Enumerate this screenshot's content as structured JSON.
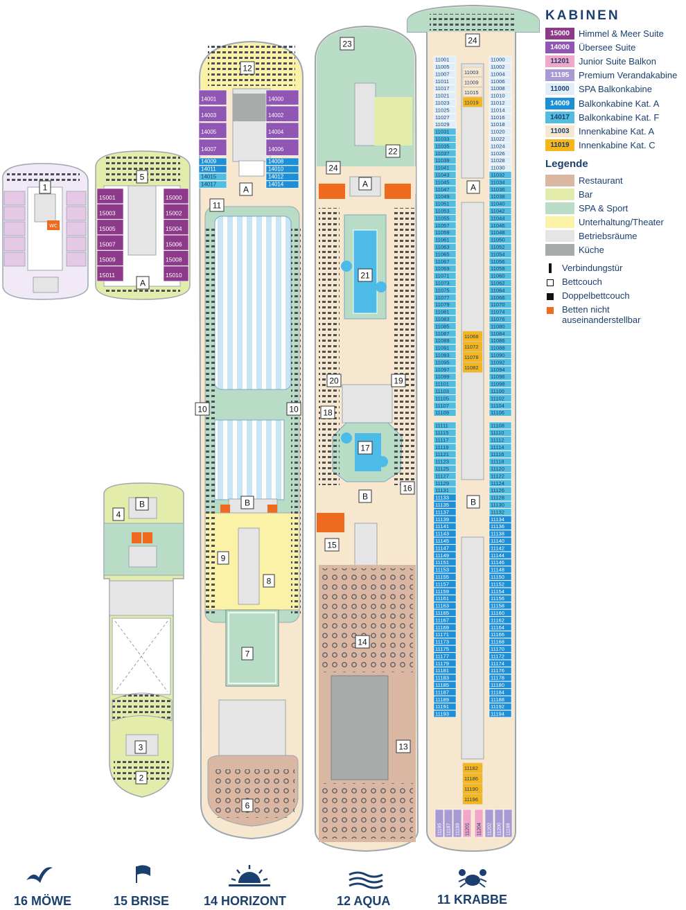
{
  "legend": {
    "title": "KABINEN",
    "cabin_types": [
      {
        "code": "15000",
        "label": "Himmel & Meer Suite",
        "bg": "#8e3a8a",
        "fg": "#ffffff"
      },
      {
        "code": "14000",
        "label": "Übersee Suite",
        "bg": "#8f56b4",
        "fg": "#ffffff"
      },
      {
        "code": "11201",
        "label": "Junior Suite Balkon",
        "bg": "#f2a6c8",
        "fg": "#1b3f6e"
      },
      {
        "code": "11195",
        "label": "Premium Verandakabine",
        "bg": "#a89ad3",
        "fg": "#ffffff"
      },
      {
        "code": "11000",
        "label": "SPA Balkonkabine",
        "bg": "#dfeef9",
        "fg": "#1b3f6e"
      },
      {
        "code": "14009",
        "label": "Balkonkabine Kat. A",
        "bg": "#1e8fd6",
        "fg": "#ffffff"
      },
      {
        "code": "14017",
        "label": "Balkonkabine Kat. F",
        "bg": "#52bde0",
        "fg": "#1b3f6e"
      },
      {
        "code": "11003",
        "label": "Innenkabine Kat. A",
        "bg": "#f7e7cf",
        "fg": "#1b3f6e"
      },
      {
        "code": "11019",
        "label": "Innenkabine Kat. C",
        "bg": "#f6b619",
        "fg": "#1b3f6e"
      }
    ],
    "legend_title": "Legende",
    "areas": [
      {
        "label": "Restaurant",
        "color": "#d9b7a3"
      },
      {
        "label": "Bar",
        "color": "#e3ecaa"
      },
      {
        "label": "SPA & Sport",
        "color": "#b9dcc7"
      },
      {
        "label": "Unterhaltung/Theater",
        "color": "#fbf2a8"
      },
      {
        "label": "Betriebsräume",
        "color": "#e5e5e5"
      },
      {
        "label": "Küche",
        "color": "#a7acab"
      }
    ],
    "markers": [
      {
        "label": "Verbindungstür",
        "kind": "bar",
        "color": "#111111"
      },
      {
        "label": "Bettcouch",
        "kind": "open-square",
        "color": "#111111"
      },
      {
        "label": "Doppelbettcouch",
        "kind": "filled-square",
        "color": "#111111"
      },
      {
        "label": "Betten nicht auseinanderstellbar",
        "kind": "filled-square",
        "color": "#ee6a1f"
      }
    ]
  },
  "decks": [
    {
      "number": "16",
      "name": "16 MÖWE",
      "icon": "gull-icon"
    },
    {
      "number": "15",
      "name": "15 BRISE",
      "icon": "flag-icon"
    },
    {
      "number": "14",
      "name": "14 HORIZONT",
      "icon": "sun-icon"
    },
    {
      "number": "12",
      "name": "12 AQUA",
      "icon": "waves-icon"
    },
    {
      "number": "11",
      "name": "11 KRABBE",
      "icon": "crab-icon"
    }
  ],
  "areas": [
    "1",
    "2",
    "3",
    "4",
    "5",
    "6",
    "7",
    "8",
    "9",
    "10",
    "10",
    "11",
    "12",
    "13",
    "14",
    "15",
    "16",
    "17",
    "18",
    "19",
    "20",
    "21",
    "22",
    "23",
    "24",
    "24"
  ],
  "stair_labels": [
    "A",
    "A",
    "A",
    "A",
    "B",
    "B",
    "B",
    "B"
  ],
  "wc_label": "WC",
  "cabins": {
    "d16_left": [
      "15001",
      "15003",
      "15005",
      "15007",
      "15009",
      "15011"
    ],
    "d16_right": [
      "15000",
      "15002",
      "15004",
      "15006",
      "15008",
      "15010"
    ],
    "d14_left": [
      "14001",
      "14003",
      "14005",
      "14007",
      "14009",
      "14011",
      "14015",
      "14017"
    ],
    "d14_right": [
      "14000",
      "14002",
      "14004",
      "14006",
      "14008",
      "14010",
      "14012",
      "14014"
    ],
    "d11_left": [
      "11001",
      "11005",
      "11007",
      "11011",
      "11017",
      "11021",
      "11023",
      "11025",
      "11027",
      "11029",
      "11031",
      "11033",
      "11035",
      "11037",
      "11039",
      "11041",
      "11043",
      "11045",
      "11047",
      "11049",
      "11051",
      "11053",
      "11055",
      "11057",
      "11059",
      "11061",
      "11063",
      "11065",
      "11067",
      "11069",
      "11071",
      "11073",
      "11075",
      "11077",
      "11079",
      "11081",
      "11083",
      "11085",
      "11087",
      "11089",
      "11091",
      "11093",
      "11095",
      "11097",
      "11099",
      "11101",
      "11103",
      "11105",
      "11107",
      "11109",
      "11111",
      "11115",
      "11117",
      "11119",
      "11121",
      "11123",
      "11125",
      "11127",
      "11129",
      "11131",
      "11133",
      "11135",
      "11137",
      "11139",
      "11141",
      "11143",
      "11145",
      "11147",
      "11149",
      "11151",
      "11153",
      "11155",
      "11157",
      "11159",
      "11161",
      "11163",
      "11165",
      "11167",
      "11169",
      "11171",
      "11173",
      "11175",
      "11177",
      "11179",
      "11181",
      "11183",
      "11185",
      "11187",
      "11189",
      "11191",
      "11193"
    ],
    "d11_right": [
      "11000",
      "11002",
      "11004",
      "11006",
      "11008",
      "11010",
      "11012",
      "11014",
      "11016",
      "11018",
      "11020",
      "11022",
      "11024",
      "11026",
      "11028",
      "11030",
      "11032",
      "11034",
      "11036",
      "11038",
      "11040",
      "11042",
      "11044",
      "11046",
      "11048",
      "11050",
      "11052",
      "11054",
      "11056",
      "11058",
      "11060",
      "11062",
      "11064",
      "11066",
      "11070",
      "11074",
      "11076",
      "11080",
      "11084",
      "11086",
      "11088",
      "11090",
      "11092",
      "11094",
      "11096",
      "11098",
      "11100",
      "11102",
      "11104",
      "11106",
      "11108",
      "11110",
      "11112",
      "11114",
      "11116",
      "11118",
      "11120",
      "11122",
      "11124",
      "11126",
      "11128",
      "11130",
      "11132",
      "11134",
      "11136",
      "11138",
      "11140",
      "11142",
      "11144",
      "11146",
      "11148",
      "11150",
      "11152",
      "11154",
      "11156",
      "11158",
      "11160",
      "11162",
      "11164",
      "11166",
      "11168",
      "11170",
      "11172",
      "11174",
      "11176",
      "11178",
      "11180",
      "11184",
      "11188",
      "11192",
      "11194"
    ],
    "d11_inner_top": [
      "11003",
      "11009",
      "11015",
      "11019"
    ],
    "d11_inner_mid": [
      "11068",
      "11072",
      "11078",
      "11082"
    ],
    "d11_inner_bot": [
      "11182",
      "11186",
      "11190",
      "11196"
    ],
    "d11_stern": [
      "11195",
      "11197",
      "11199",
      "11201",
      "11204",
      "11202",
      "11200",
      "11198"
    ]
  }
}
